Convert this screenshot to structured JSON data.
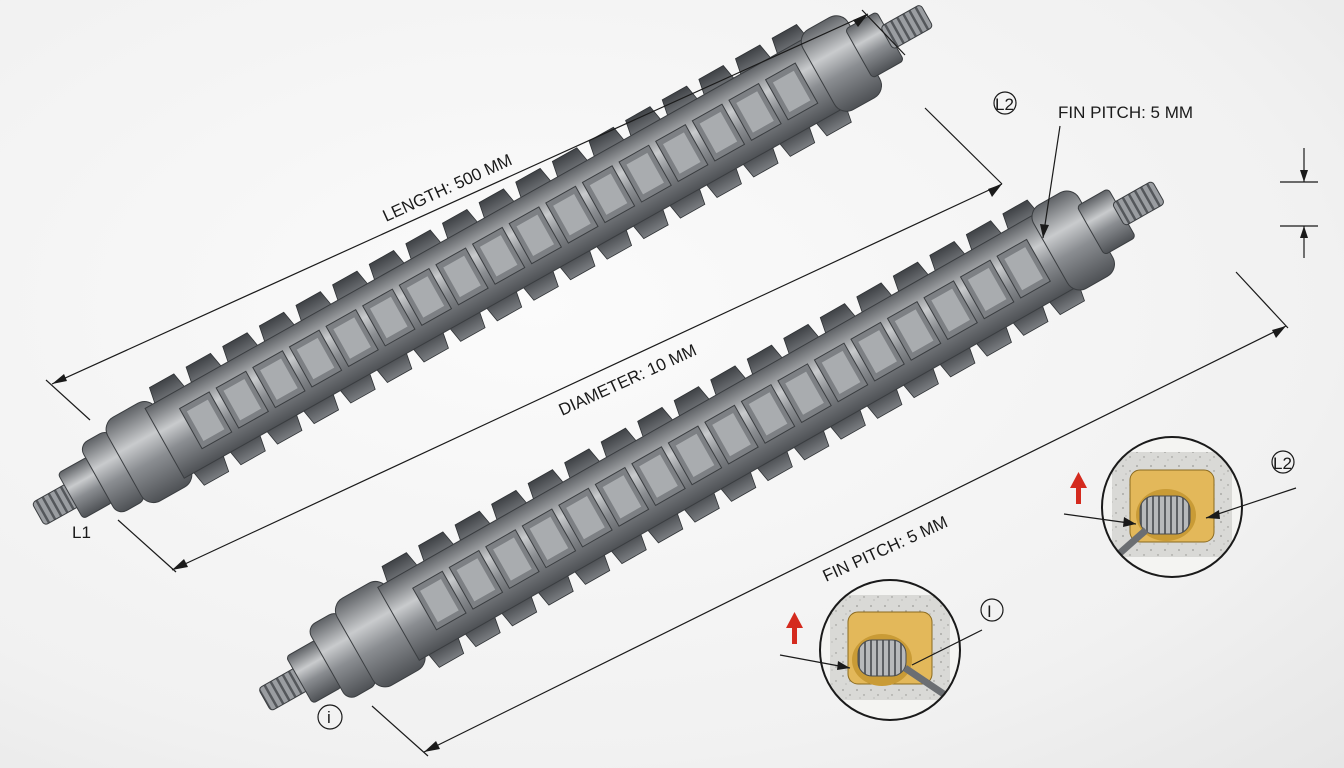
{
  "labels": {
    "length": "LENGTH: 500 MM",
    "diameter": "DIAMETER: 10 MM",
    "fin_pitch_top": "FIN PITCH: 5 MM",
    "fin_pitch_bottom": "FIN PITCH: 5 MM",
    "l1": "L1",
    "l2_top": "L2",
    "l2_detail": "L2",
    "i_bottom": "i",
    "i_detail": "I"
  },
  "colors": {
    "steel_dark": "#55585c",
    "steel_mid": "#8a8d91",
    "steel_light": "#c9cbcd",
    "epoxy": "#e3b85a",
    "concrete": "#d9d9d6",
    "arrow_red": "#d42a1e"
  },
  "icons": {
    "direction_arrow": "red-up-arrow-icon"
  }
}
